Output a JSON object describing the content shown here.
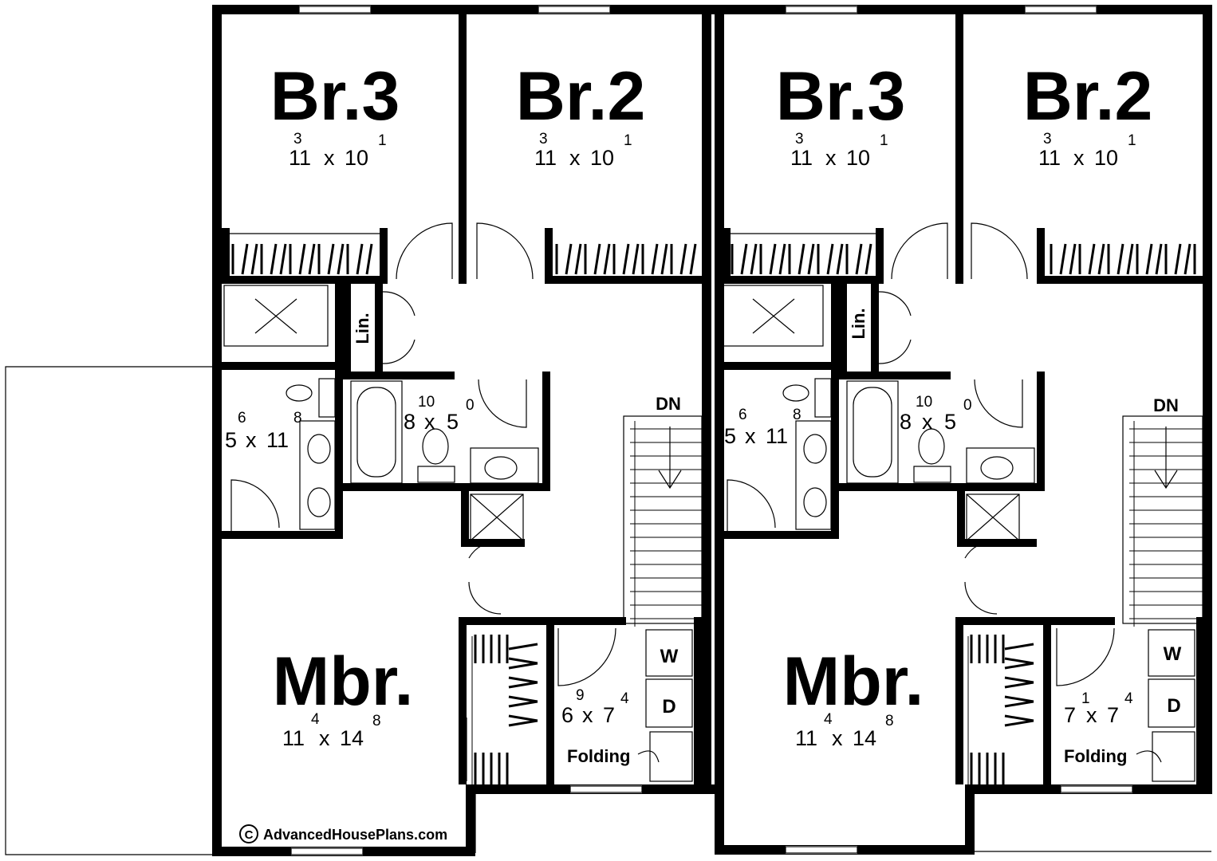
{
  "copyright": "© AdvancedHousePlans.com",
  "copyright_text": "AdvancedHousePlans.com",
  "copyright_symbol": "C",
  "units": [
    {
      "br3": {
        "name": "Br.3",
        "w": "11",
        "w_sup": "3",
        "h": "10",
        "h_sup": "1"
      },
      "br2": {
        "name": "Br.2",
        "w": "11",
        "w_sup": "3",
        "h": "10",
        "h_sup": "1"
      },
      "linen": "Lin.",
      "bath1": {
        "w": "5",
        "w_sup": "6",
        "h": "11",
        "h_sup": "8"
      },
      "bath2": {
        "w": "8",
        "w_sup": "10",
        "h": "5",
        "h_sup": "0"
      },
      "stairs": "DN",
      "mbr": {
        "name": "Mbr.",
        "w": "11",
        "w_sup": "4",
        "h": "14",
        "h_sup": "8"
      },
      "laundry": {
        "w": "6",
        "w_sup": "9",
        "h": "7",
        "h_sup": "4"
      },
      "washer": "W",
      "dryer": "D",
      "folding": "Folding"
    },
    {
      "br3": {
        "name": "Br.3",
        "w": "11",
        "w_sup": "3",
        "h": "10",
        "h_sup": "1"
      },
      "br2": {
        "name": "Br.2",
        "w": "11",
        "w_sup": "3",
        "h": "10",
        "h_sup": "1"
      },
      "linen": "Lin.",
      "bath1": {
        "w": "5",
        "w_sup": "6",
        "h": "11",
        "h_sup": "8"
      },
      "bath2": {
        "w": "8",
        "w_sup": "10",
        "h": "5",
        "h_sup": "0"
      },
      "stairs": "DN",
      "mbr": {
        "name": "Mbr.",
        "w": "11",
        "w_sup": "4",
        "h": "14",
        "h_sup": "8"
      },
      "laundry": {
        "w": "7",
        "w_sup": "1",
        "h": "7",
        "h_sup": "4"
      },
      "washer": "W",
      "dryer": "D",
      "folding": "Folding"
    }
  ]
}
